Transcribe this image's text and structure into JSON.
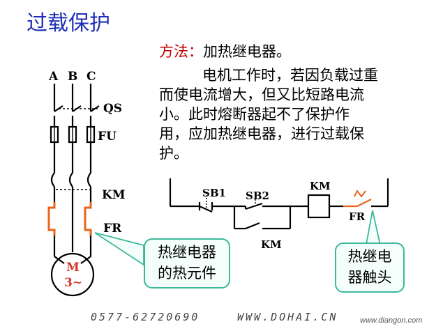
{
  "title": "过载保护",
  "text": {
    "method_label": "方法：",
    "method_value": "加热继电器。",
    "lines": [
      "电机工作时，若因负载过重",
      "而使电流增大，但又比短路电流",
      "小。此时熔断器起不了保护作",
      "用，应加热继电器，进行过载保",
      "护。"
    ]
  },
  "labels": {
    "phase_a": "A",
    "phase_b": "B",
    "phase_c": "C",
    "qs": "QS",
    "fu": "FU",
    "km_main": "KM",
    "fr_main": "FR",
    "motor_m": "M",
    "motor_phase": "3~",
    "sb1": "SB1",
    "sb2": "SB2",
    "km_coil": "KM",
    "km_aux": "KM",
    "fr_contact": "FR"
  },
  "callouts": {
    "element_line1": "热继电器",
    "element_line2": "的热元件",
    "contact_line1": "热继电",
    "contact_line2": "器触头"
  },
  "footer": {
    "phone": "0577-62720690",
    "site": "WWW.DOHAI.CN",
    "watermark": "www.diangon.com"
  },
  "colors": {
    "title": "#1f2fb5",
    "accent_red": "#c00000",
    "element_orange": "#e8641b",
    "callout_border": "#3cb89a",
    "callout_fill": "#f4fffb"
  }
}
